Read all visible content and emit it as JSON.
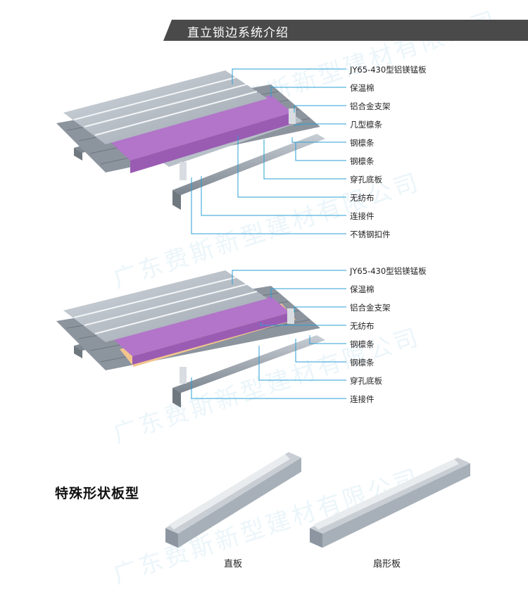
{
  "header": {
    "title": "直立锁边系统介绍",
    "bar_color": "#4a4a4a"
  },
  "diagram_1": {
    "labels": [
      "JY65-430型铝镁锰板",
      "保温棉",
      "铝合金支架",
      "几型檩条",
      "钢檩条",
      "钢檩条",
      "穿孔底板",
      "无纺布",
      "连接件",
      "不锈钢扣件"
    ]
  },
  "diagram_2": {
    "labels": [
      "JY65-430型铝镁锰板",
      "保温棉",
      "铝合金支架",
      "无纺布",
      "钢檩条",
      "钢檩条",
      "穿孔底板",
      "连接件"
    ]
  },
  "special_section": {
    "title": "特殊形状板型",
    "panels": [
      {
        "caption": "直板"
      },
      {
        "caption": "扇形板"
      }
    ]
  },
  "watermark": {
    "text": "广东费斯新型建材有限公司"
  },
  "colors": {
    "leader_line": "#2a9fd6",
    "insulation": "#c78ad9",
    "nonwoven": "#f2c58f",
    "metal": "#9fa8b3"
  }
}
